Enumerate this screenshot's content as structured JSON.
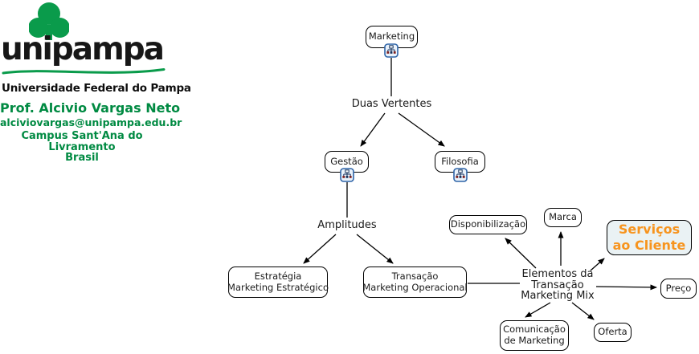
{
  "branding": {
    "wordmark": "unipampa",
    "university": "Universidade Federal do Pampa",
    "professor": "Prof. Alcivio Vargas Neto",
    "email": "alciviovargas@unipampa.edu.br",
    "campus": "Campus Sant'Ana do Livramento",
    "country": "Brasil",
    "logo_green": "#0A9B4B",
    "text_green": "#008A42"
  },
  "map": {
    "colors": {
      "node_border": "#000000",
      "node_background": "#FFFFFF",
      "line_color": "#000000",
      "highlight_background": "#EAF2F4",
      "highlight_text": "#F7941E",
      "resource_icon_border": "#2E64A8"
    },
    "nodes": {
      "marketing": {
        "label": "Marketing",
        "icon": "concept-map-resource-icon"
      },
      "gestao": {
        "label": "Gestão",
        "icon": "concept-map-resource-icon"
      },
      "filosofia": {
        "label": "Filosofia",
        "icon": "concept-map-resource-icon"
      },
      "estrategia": {
        "line1": "Estratégia",
        "line2": "Marketing Estratégico"
      },
      "transacao": {
        "line1": "Transação",
        "line2": "Marketing Operacional"
      },
      "disponibilizacao": {
        "label": "Disponibilização"
      },
      "marca": {
        "label": "Marca"
      },
      "servicos": {
        "line1": "Serviços",
        "line2": "ao Cliente"
      },
      "preco": {
        "label": "Preço"
      },
      "oferta": {
        "label": "Oferta"
      },
      "comunicacao": {
        "line1": "Comunicação",
        "line2": "de Marketing"
      }
    },
    "linking_phrases": {
      "duas_vertentes": "Duas Vertentes",
      "amplitudes": "Amplitudes",
      "elementos": {
        "line1": "Elementos da",
        "line2": "Transação",
        "line3": "Marketing Mix"
      }
    }
  }
}
